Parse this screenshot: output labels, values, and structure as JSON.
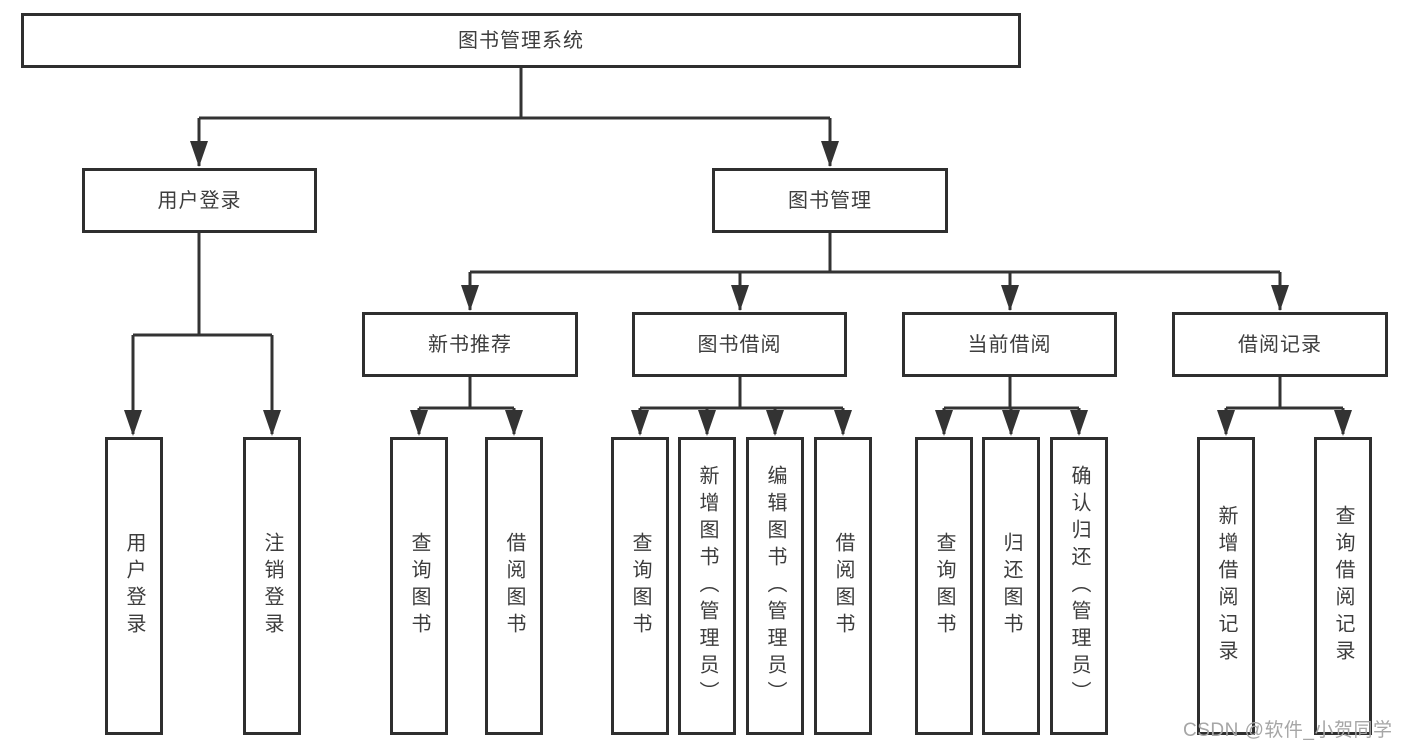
{
  "diagram": {
    "title": "图书管理系统",
    "nodes": {
      "root": "图书管理系统",
      "user_login": "用户登录",
      "book_mgmt": "图书管理",
      "new_book_rec": "新书推荐",
      "book_borrow": "图书借阅",
      "current_borrow": "当前借阅",
      "borrow_record": "借阅记录",
      "leaves": {
        "login": "用户登录",
        "logout": "注销登录",
        "rec_query": "查询图书",
        "rec_borrow": "借阅图书",
        "bb_query": "查询图书",
        "bb_add": "新增图书（管理员）",
        "bb_edit": "编辑图书（管理员）",
        "bb_borrow": "借阅图书",
        "cb_query": "查询图书",
        "cb_return": "归还图书",
        "cb_confirm": "确认归还（管理员）",
        "br_add": "新增借阅记录",
        "br_query": "查询借阅记录"
      }
    },
    "colors": {
      "line": "#333333",
      "box_border": "#2f2f2f",
      "text": "#3d3d3d",
      "watermark": "#a6a6a6",
      "background": "#ffffff"
    }
  },
  "watermark": "CSDN @软件_小贺同学"
}
